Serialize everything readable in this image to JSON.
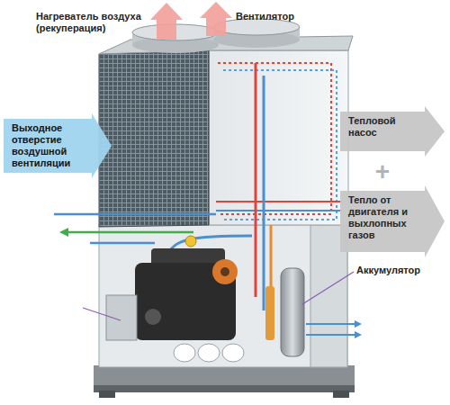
{
  "diagram": {
    "nodes": [
      {
        "text": [
          "Выходное отверстие воздушной вентиляции"
        ]
      },
      {
        "text": [
          "Тепловой насос"
        ]
      },
      {
        "text": [
          "Тепло от двигателя и выхлопных газов"
        ]
      }
    ],
    "labels": [
      "Нагреватель воздуха (рекуперация)",
      "Вентилятор",
      "+",
      "Аккумулятор"
    ]
  }
}
